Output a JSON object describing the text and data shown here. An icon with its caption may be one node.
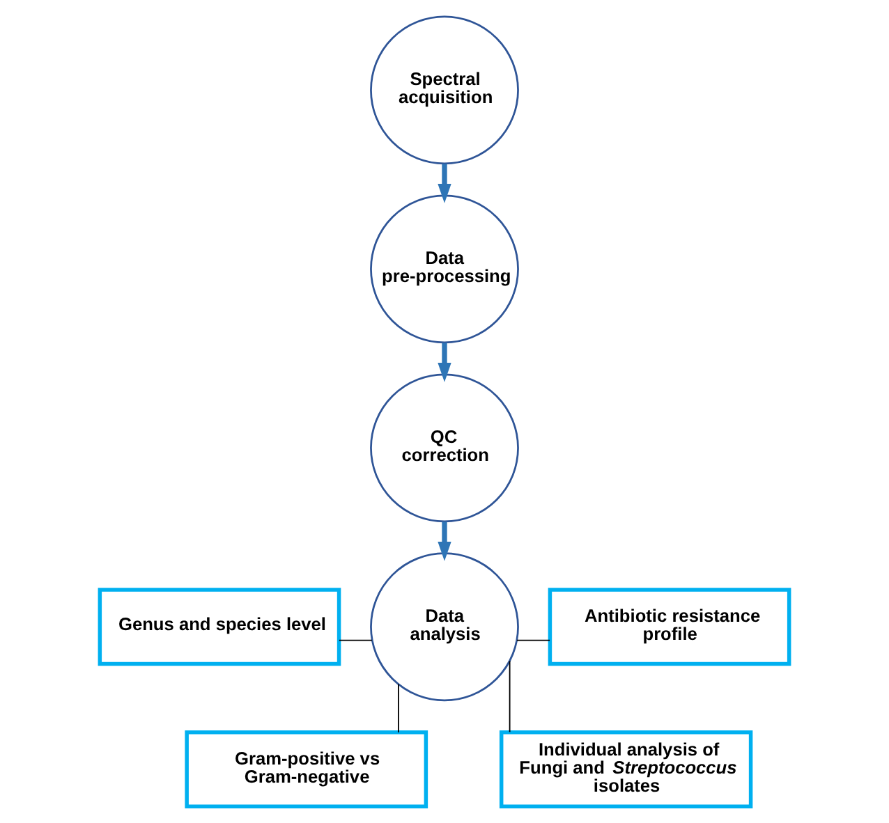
{
  "diagram": {
    "nodes": [
      {
        "text": [
          "Spectral acquisition"
        ]
      },
      {
        "text": [
          "Data pre-processing"
        ]
      },
      {
        "text": [
          "QC correction"
        ]
      },
      {
        "text": [
          "Data analysis"
        ]
      },
      {
        "text": [
          "Genus and species level"
        ]
      },
      {
        "text": [
          "Gram-positive vs Gram-negative"
        ]
      },
      {
        "text": [
          "Antibiotic resistance profile"
        ]
      },
      {
        "text": [
          "Individual analysis of Fungi and *Streptococcus* isolates"
        ]
      }
    ],
    "edges": [
      {
        "from": 0,
        "to": 1,
        "arrow": "to",
        "style": "thick",
        "color": "#2e75b6"
      },
      {
        "from": 1,
        "to": 2,
        "arrow": "to",
        "style": "thick",
        "color": "#2e75b6"
      },
      {
        "from": 2,
        "to": 3,
        "arrow": "to",
        "style": "thick",
        "color": "#2e75b6"
      },
      {
        "from": 4,
        "to": 3,
        "arrow": "none"
      },
      {
        "from": 5,
        "to": 3,
        "arrow": "none"
      },
      {
        "from": 3,
        "to": 6,
        "arrow": "none"
      },
      {
        "from": 3,
        "to": 7,
        "arrow": "none"
      }
    ]
  }
}
